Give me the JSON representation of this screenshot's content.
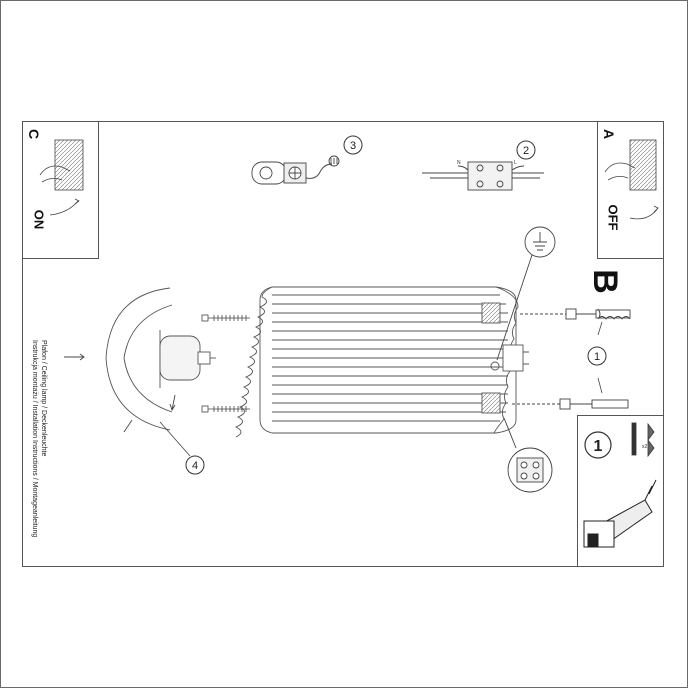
{
  "panels": {
    "c": {
      "letter": "C",
      "state": "ON"
    },
    "a": {
      "letter": "A",
      "state": "OFF"
    }
  },
  "step_b_letter": "B",
  "steps": [
    "1",
    "2",
    "3",
    "4"
  ],
  "tools": {
    "step": "1",
    "count": "x2"
  },
  "instructions_line1": "Instrukcja montażu / Installation Instructions / Montageanleitung",
  "instructions_line2": "Plafon / Ceiling lamp / Deckenleuchte",
  "connector_markers": [
    "N",
    "L"
  ]
}
